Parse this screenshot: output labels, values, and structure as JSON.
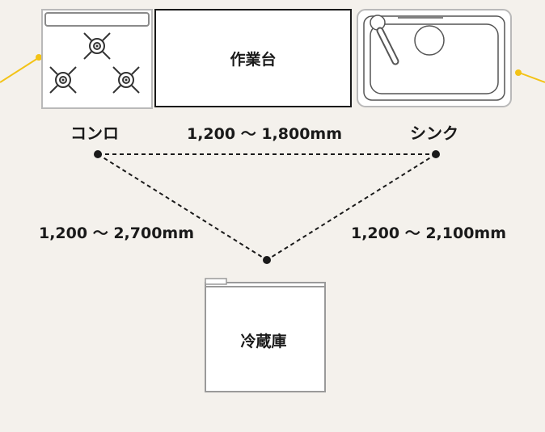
{
  "labels": {
    "worktop": "作業台",
    "stove": "コンロ",
    "sink": "シンク",
    "fridge": "冷蔵庫"
  },
  "distances": {
    "stove_to_sink": "1,200 ～ 1,800mm",
    "stove_to_fridge": "1,200 ～ 2,700mm",
    "sink_to_fridge": "1,200 ～ 2,100mm"
  },
  "colors": {
    "background": "#f4f1ec",
    "accent": "#f3c316",
    "line": "#1a1a1a"
  }
}
